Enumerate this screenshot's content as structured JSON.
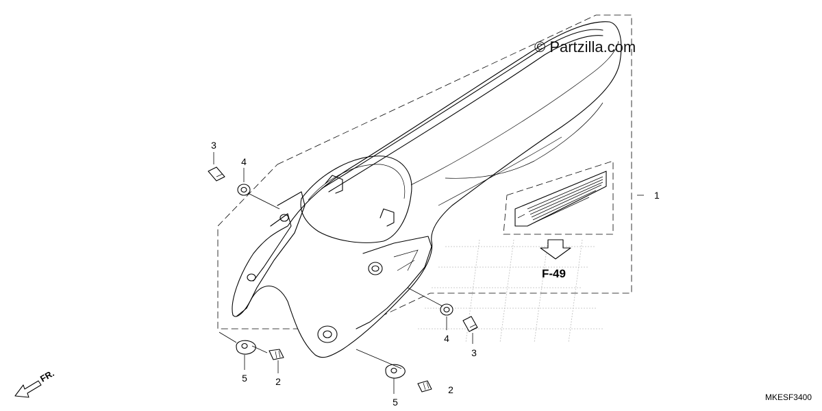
{
  "watermark": "© Partzilla.com",
  "reference": "F-49",
  "diagram_code": "MKESF3400",
  "direction_label": "FR.",
  "callouts": {
    "part_1": "1",
    "part_2_left": "2",
    "part_2_right": "2",
    "part_3_left": "3",
    "part_3_right": "3",
    "part_4_left": "4",
    "part_4_right": "4",
    "part_5_left": "5",
    "part_5_right": "5"
  }
}
